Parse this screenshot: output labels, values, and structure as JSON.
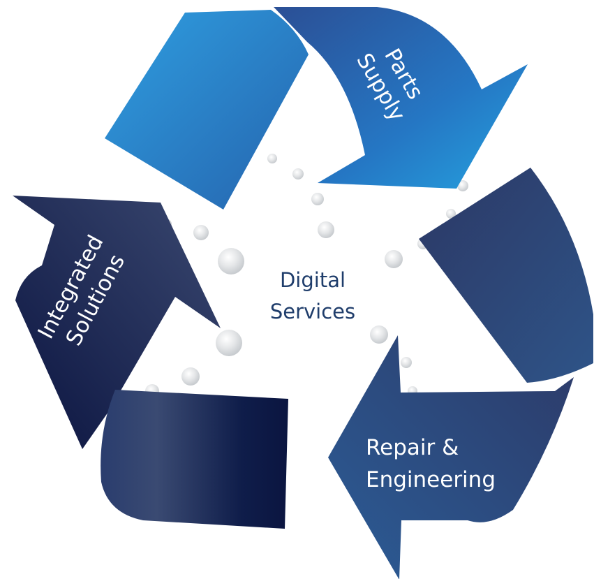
{
  "center": {
    "line1": "Digital",
    "line2": "Services"
  },
  "segments": [
    {
      "name": "parts-supply",
      "line1": "Parts",
      "line2": "Supply"
    },
    {
      "name": "repair-engineering",
      "line1": "Repair &",
      "line2": "Engineering"
    },
    {
      "name": "integrated-solutions",
      "line1": "Integrated",
      "line2": "Solutions"
    }
  ],
  "colors": {
    "light_blue": "#2490d6",
    "mid_blue": "#2a5aa3",
    "steel_blue": "#2c5c90",
    "navy": "#2e3e68",
    "dark_navy": "#0d1a45",
    "center_text": "#1f3d6b",
    "bubble": "#d9dcdf"
  }
}
